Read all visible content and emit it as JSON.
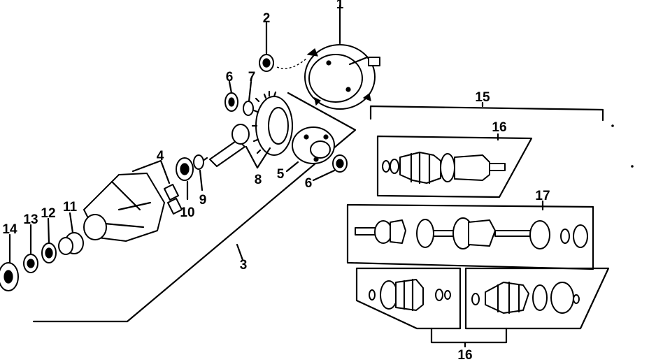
{
  "diagram": {
    "callouts": {
      "c1": "1",
      "c2": "2",
      "c3": "3",
      "c4": "4",
      "c5": "5",
      "c6a": "6",
      "c6b": "6",
      "c7": "7",
      "c8": "8",
      "c9": "9",
      "c10": "10",
      "c11": "11",
      "c12": "12",
      "c13": "13",
      "c14": "14",
      "c15": "15",
      "c16a": "16",
      "c16b": "16",
      "c17": "17"
    }
  }
}
